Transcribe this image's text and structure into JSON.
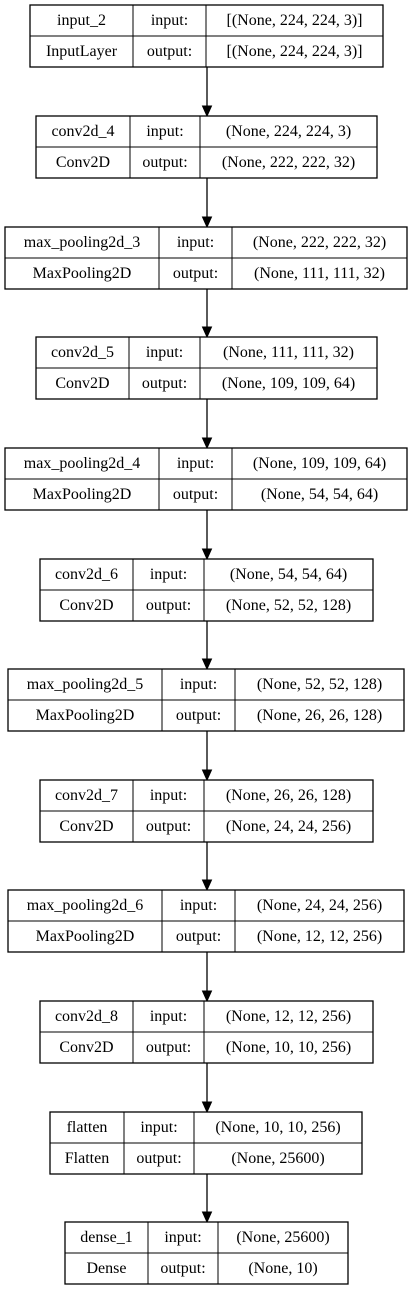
{
  "diagram": {
    "labels": {
      "input": "input:",
      "output": "output:"
    },
    "layers": [
      {
        "name": "input_2",
        "type": "InputLayer",
        "input_shape": "[(None, 224, 224, 3)]",
        "output_shape": "[(None, 224, 224, 3)]"
      },
      {
        "name": "conv2d_4",
        "type": "Conv2D",
        "input_shape": "(None, 224, 224, 3)",
        "output_shape": "(None, 222, 222, 32)"
      },
      {
        "name": "max_pooling2d_3",
        "type": "MaxPooling2D",
        "input_shape": "(None, 222, 222, 32)",
        "output_shape": "(None, 111, 111, 32)"
      },
      {
        "name": "conv2d_5",
        "type": "Conv2D",
        "input_shape": "(None, 111, 111, 32)",
        "output_shape": "(None, 109, 109, 64)"
      },
      {
        "name": "max_pooling2d_4",
        "type": "MaxPooling2D",
        "input_shape": "(None, 109, 109, 64)",
        "output_shape": "(None, 54, 54, 64)"
      },
      {
        "name": "conv2d_6",
        "type": "Conv2D",
        "input_shape": "(None, 54, 54, 64)",
        "output_shape": "(None, 52, 52, 128)"
      },
      {
        "name": "max_pooling2d_5",
        "type": "MaxPooling2D",
        "input_shape": "(None, 52, 52, 128)",
        "output_shape": "(None, 26, 26, 128)"
      },
      {
        "name": "conv2d_7",
        "type": "Conv2D",
        "input_shape": "(None, 26, 26, 128)",
        "output_shape": "(None, 24, 24, 256)"
      },
      {
        "name": "max_pooling2d_6",
        "type": "MaxPooling2D",
        "input_shape": "(None, 24, 24, 256)",
        "output_shape": "(None, 12, 12, 256)"
      },
      {
        "name": "conv2d_8",
        "type": "Conv2D",
        "input_shape": "(None, 12, 12, 256)",
        "output_shape": "(None, 10, 10, 256)"
      },
      {
        "name": "flatten",
        "type": "Flatten",
        "input_shape": "(None, 10, 10, 256)",
        "output_shape": "(None, 25600)"
      },
      {
        "name": "dense_1",
        "type": "Dense",
        "input_shape": "(None, 25600)",
        "output_shape": "(None, 10)"
      }
    ]
  }
}
